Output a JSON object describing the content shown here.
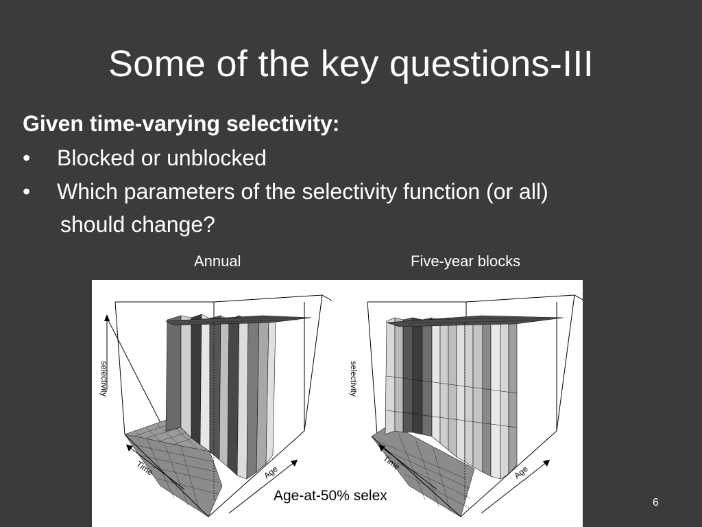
{
  "slide": {
    "title": "Some of the key questions-III",
    "subheading": "Given time-varying selectivity:",
    "bullets": [
      {
        "marker": "•",
        "text": "Blocked or unblocked"
      },
      {
        "marker": "•",
        "text": "Which parameters of the selectivity function (or all)"
      }
    ],
    "bullet_continuation": "should change?",
    "page_number": "6"
  },
  "figure": {
    "panel_labels": {
      "annual": "Annual",
      "five_year": "Five-year blocks"
    },
    "caption": "Age-at-50% selex",
    "left_plot": {
      "z_label": "selectivity",
      "x_label": "Time",
      "y_label": "Age"
    },
    "right_plot": {
      "z_label": "selectivity",
      "x_label": "Time",
      "y_label": "Age"
    }
  }
}
